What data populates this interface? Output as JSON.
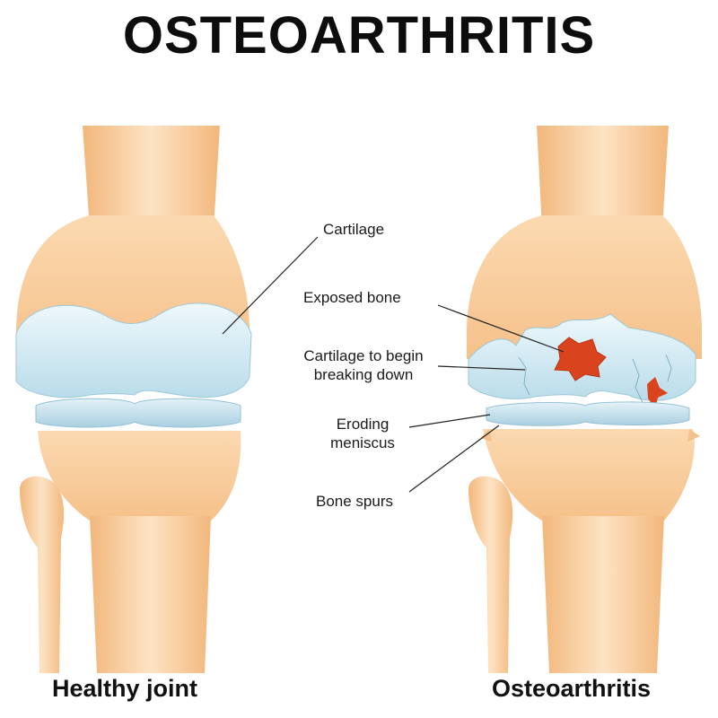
{
  "title": "OSTEOARTHRITIS",
  "captions": {
    "left": "Healthy joint",
    "right": "Osteoarthritis"
  },
  "labels": {
    "cartilage": "Cartilage",
    "exposed_bone": "Exposed bone",
    "cartilage_breaking": [
      "Cartilage to begin",
      "breaking down"
    ],
    "eroding_meniscus": [
      "Eroding",
      "meniscus"
    ],
    "bone_spurs": "Bone spurs"
  },
  "colors": {
    "bone": "#f7c995",
    "bone_light": "#fde1bf",
    "cartilage": "#c8e6f2",
    "cartilage_light": "#e9f6fb",
    "lesion": "#d9441f",
    "text": "#111111"
  }
}
